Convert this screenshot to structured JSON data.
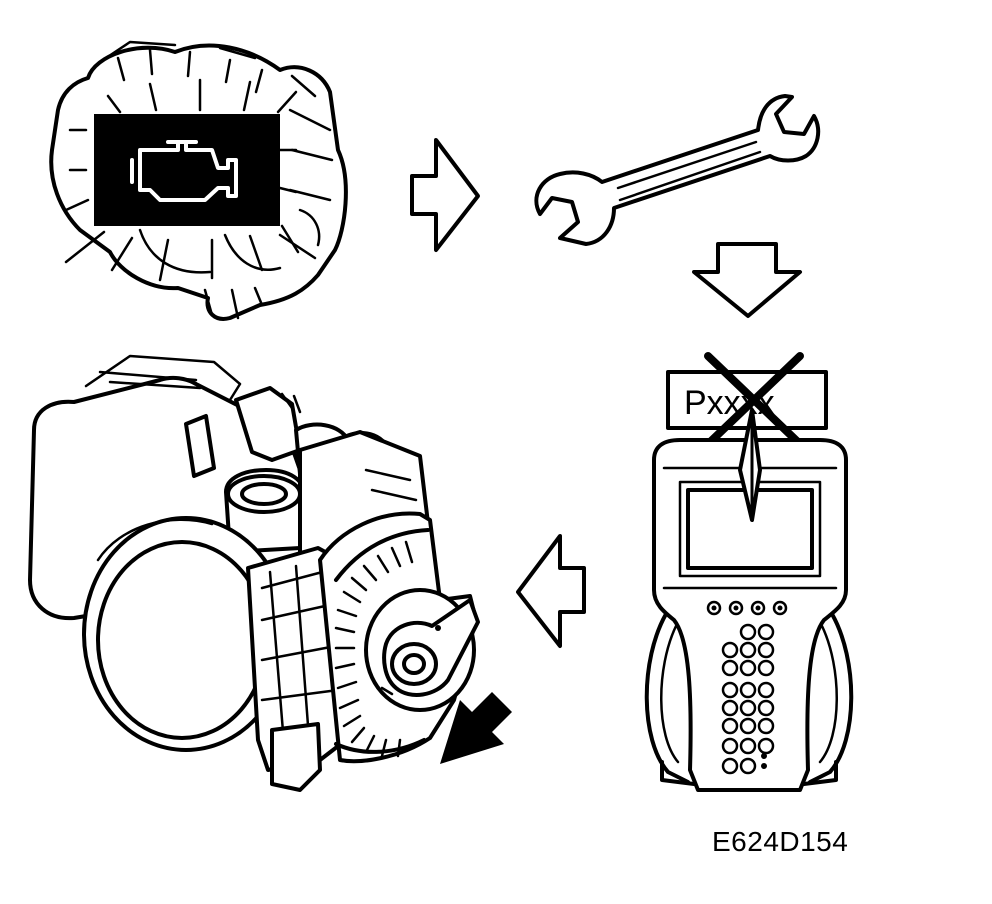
{
  "figure": {
    "id_label": "E624D154",
    "scan_tool_code": "Pxxxx",
    "steps": [
      {
        "name": "check-engine-light-on",
        "icon": "check-engine-icon"
      },
      {
        "name": "repair",
        "icon": "wrench-icon"
      },
      {
        "name": "clear-dtc",
        "icon": "scan-tool-icon"
      },
      {
        "name": "throttle-relearn",
        "icon": "throttle-body-icon"
      }
    ]
  }
}
